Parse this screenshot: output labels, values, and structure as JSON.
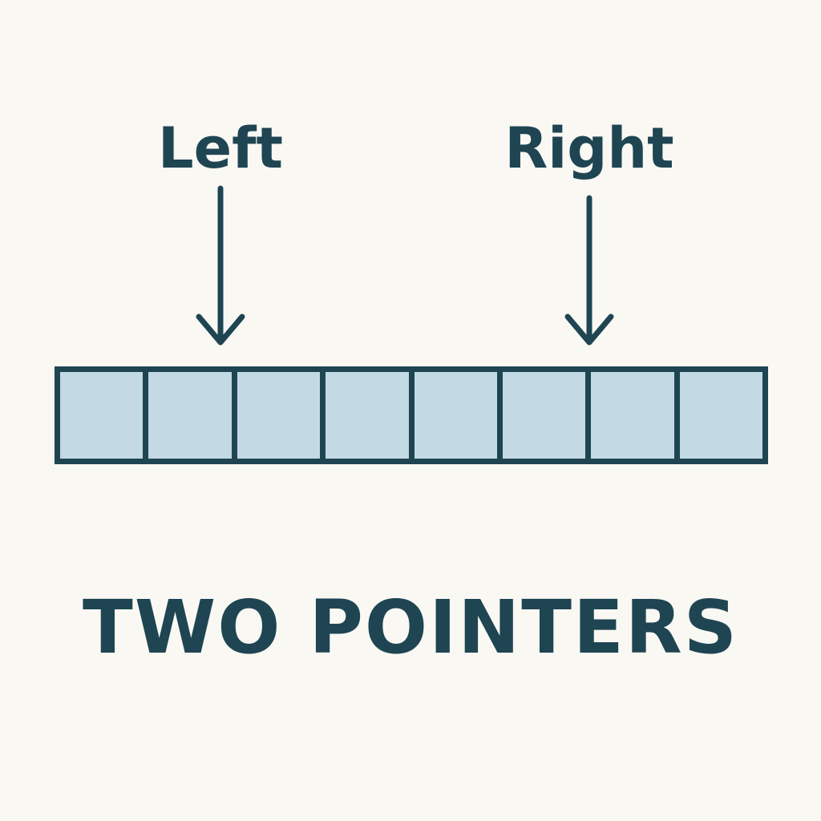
{
  "pointers": {
    "left_label": "Left",
    "right_label": "Right"
  },
  "array": {
    "cells": [
      "",
      "",
      "",
      "",
      "",
      "",
      "",
      ""
    ]
  },
  "title": "TWO POINTERS",
  "colors": {
    "background": "#f9f8f3",
    "ink": "#1f4553",
    "cell_fill": "#c3d9e3"
  }
}
